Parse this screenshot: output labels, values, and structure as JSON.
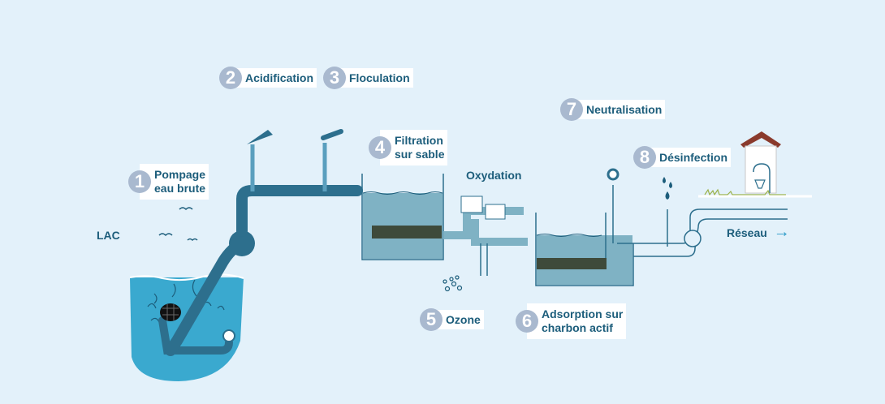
{
  "labels": {
    "pompage_1": "Pompage",
    "pompage_2": "eau brute",
    "acidification": "Acidification",
    "floculation": "Floculation",
    "filtration_1": "Filtration",
    "filtration_2": "sur sable",
    "ozone": "Ozone",
    "adsorption_1": "Adsorption sur",
    "adsorption_2": "charbon actif",
    "neutralisation": "Neutralisation",
    "desinfection": "Désinfection",
    "oxydation": "Oxydation",
    "lac": "LAC",
    "reseau": "Réseau",
    "reseau_arrow": "→"
  },
  "steps": [
    "1",
    "2",
    "3",
    "4",
    "5",
    "6",
    "7",
    "8"
  ],
  "colors": {
    "background": "#e3f1fa",
    "pipe": "#2d6f8d",
    "pipe_light": "#5a9fbe",
    "lake": "#3aa9cf",
    "tank_water": "#7fb2c4",
    "sand": "#3e4a3a",
    "text": "#1c5d7b",
    "badge": "#a9b9cf",
    "arrow": "#2a9ac8"
  }
}
